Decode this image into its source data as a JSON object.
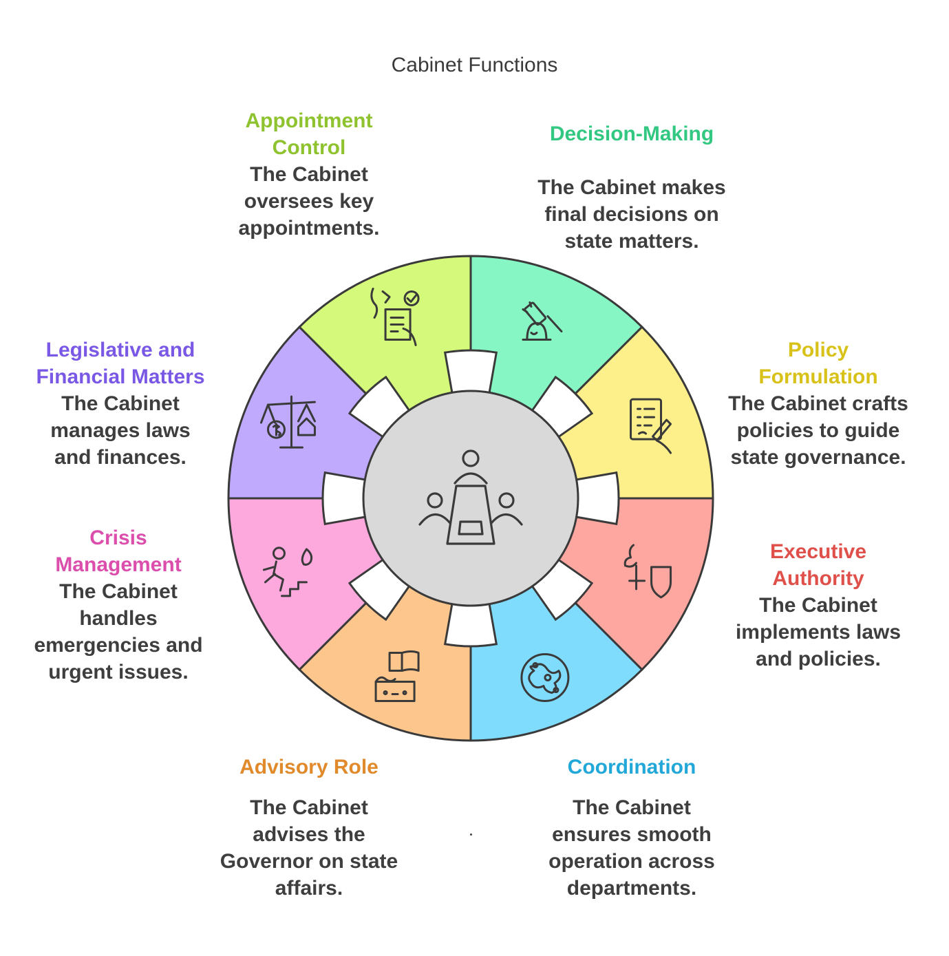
{
  "title": "Cabinet Functions",
  "colors": {
    "outline": "#3a3a3a",
    "center_fill": "#d9d9d9",
    "text_dark": "#3e3e3e"
  },
  "center_icon": "meeting-table-icon",
  "segments": [
    {
      "key": "decision-making",
      "heading_lines": [
        "Decision-Making"
      ],
      "description_lines": [
        "The Cabinet makes",
        "final decisions on",
        "state matters."
      ],
      "fill": "#86f6c4",
      "text_color": "#32c882",
      "icon": "gavel-icon"
    },
    {
      "key": "policy-formulation",
      "heading_lines": [
        "Policy",
        "Formulation"
      ],
      "description_lines": [
        "The Cabinet crafts",
        "policies to guide",
        "state governance."
      ],
      "fill": "#fdf08a",
      "text_color": "#d8c21a",
      "icon": "document-signing-icon"
    },
    {
      "key": "executive-authority",
      "heading_lines": [
        "Executive",
        "Authority"
      ],
      "description_lines": [
        "The Cabinet",
        "implements laws",
        "and policies."
      ],
      "fill": "#fda7a0",
      "text_color": "#e0504a",
      "icon": "shield-authority-icon"
    },
    {
      "key": "coordination",
      "heading_lines": [
        "Coordination"
      ],
      "description_lines": [
        "The Cabinet",
        "ensures smooth",
        "operation across",
        "departments."
      ],
      "fill": "#80dcfd",
      "text_color": "#22a8d8",
      "icon": "network-coordination-icon"
    },
    {
      "key": "advisory-role",
      "heading_lines": [
        "Advisory Role"
      ],
      "description_lines": [
        "The Cabinet",
        "advises the",
        "Governor on state",
        "affairs."
      ],
      "fill": "#fdc68c",
      "text_color": "#e08a2c",
      "icon": "book-advisor-icon"
    },
    {
      "key": "crisis-management",
      "heading_lines": [
        "Crisis",
        "Management"
      ],
      "description_lines": [
        "The Cabinet",
        "handles",
        "emergencies and",
        "urgent issues."
      ],
      "fill": "#fda9de",
      "text_color": "#dc4eac",
      "icon": "emergency-escape-icon"
    },
    {
      "key": "legislative-financial",
      "heading_lines": [
        "Legislative and",
        "Financial Matters"
      ],
      "description_lines": [
        "The Cabinet",
        "manages laws",
        "and finances."
      ],
      "fill": "#bfaafd",
      "text_color": "#7a58e6",
      "icon": "scales-money-icon"
    },
    {
      "key": "appointment-control",
      "heading_lines": [
        "Appointment",
        "Control"
      ],
      "description_lines": [
        "The Cabinet",
        "oversees key",
        "appointments."
      ],
      "fill": "#d5f97a",
      "text_color": "#8ec22e",
      "icon": "checklist-approval-icon"
    }
  ]
}
